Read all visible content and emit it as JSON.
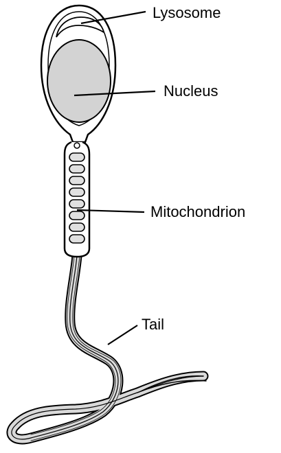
{
  "labels": {
    "lysosome": "Lysosome",
    "nucleus": "Nucleus",
    "mitochondrion": "Mitochondrion",
    "tail": "Tail"
  },
  "colors": {
    "outline": "#000000",
    "nucleus_fill": "#d3d3d3",
    "tail_fill": "#d9d9d9",
    "mito_fill": "#e0e0e0",
    "background": "#ffffff"
  }
}
